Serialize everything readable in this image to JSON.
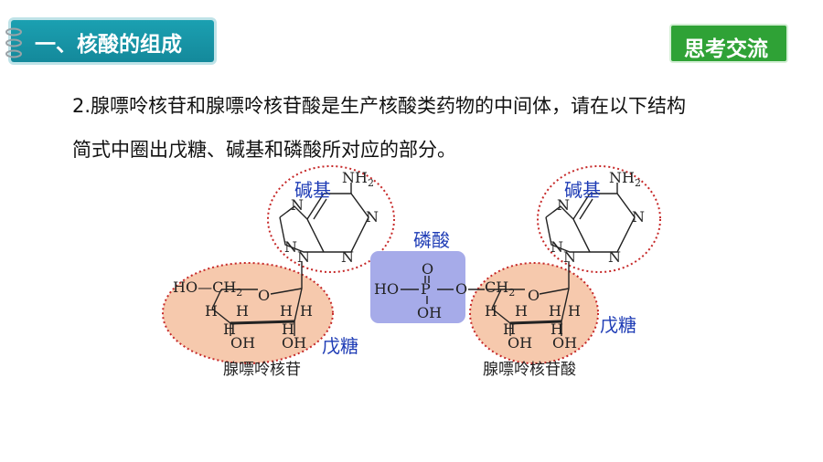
{
  "header": {
    "section_title": "一、核酸的组成",
    "badge": "思考交流"
  },
  "question": {
    "line1": "2.腺嘌呤核苷和腺嘌呤核苷酸是生产核酸类药物的中间体，请在以下结构",
    "line2": "简式中圈出戊糖、碱基和磷酸所对应的部分。"
  },
  "diagram": {
    "left": {
      "base_label": "碱基",
      "sugar_label": "戊糖",
      "caption": "腺嘌呤核苷",
      "nh2": "NH",
      "nh2_sub": "2",
      "n": "N",
      "ho_ch": "HO—CH",
      "ch_sub": "2",
      "o": "O",
      "h": "H",
      "oh": "OH"
    },
    "right": {
      "phosphate_label": "磷酸",
      "base_label": "碱基",
      "sugar_label": "戊糖",
      "caption": "腺嘌呤核苷酸",
      "nh2": "NH",
      "nh2_sub": "2",
      "n": "N",
      "ho": "HO",
      "p": "P",
      "o": "O",
      "oh": "OH",
      "ch": "CH",
      "ch_sub": "2",
      "h": "H"
    }
  },
  "colors": {
    "title_tab": "#1ba0b1",
    "badge": "#2fa236",
    "label_blue": "#1d3bb5",
    "sugar_fill": "#f6c9ad",
    "phosphate_fill": "#a6abe9",
    "dotted_red": "#c62828"
  }
}
